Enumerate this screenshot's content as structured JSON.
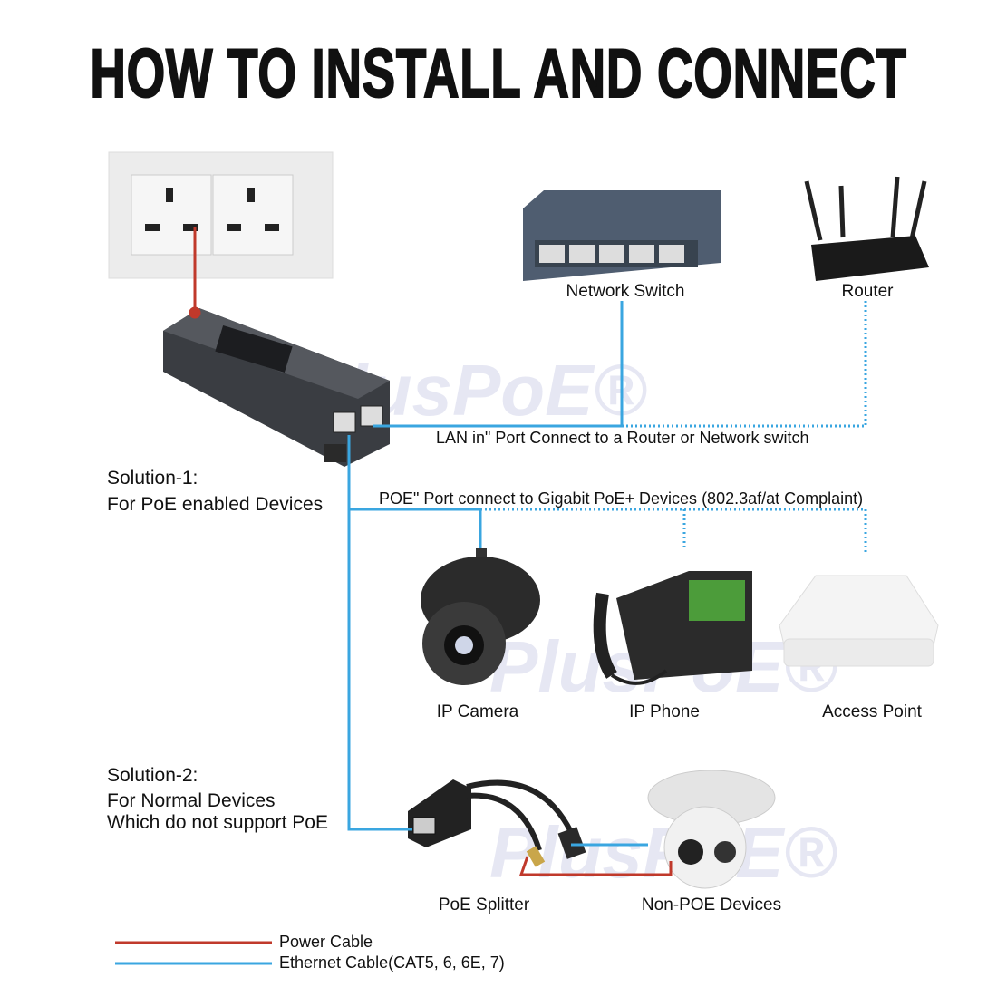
{
  "title": "HOW TO INSTALL AND CONNECT",
  "watermark": "PlusPoE®",
  "devices": {
    "switch": "Network Switch",
    "router": "Router",
    "camera": "IP Camera",
    "phone": "IP Phone",
    "ap": "Access Point",
    "splitter": "PoE Splitter",
    "nonpoe": "Non-POE Devices"
  },
  "notes": {
    "lan": "LAN in\" Port Connect to a Router or Network switch",
    "poe": "POE\" Port connect to Gigabit PoE+  Devices (802.3af/at Complaint)"
  },
  "solution1": {
    "title": "Solution-1:",
    "desc": "For PoE enabled Devices"
  },
  "solution2": {
    "title": "Solution-2:",
    "line1": "For Normal Devices",
    "line2": "Which do not support PoE"
  },
  "legend": {
    "power": "Power Cable",
    "ethernet": "Ethernet Cable(CAT5, 6, 6E, 7)"
  },
  "colors": {
    "power": "#c0392b",
    "ethernet": "#3aa6e0"
  }
}
